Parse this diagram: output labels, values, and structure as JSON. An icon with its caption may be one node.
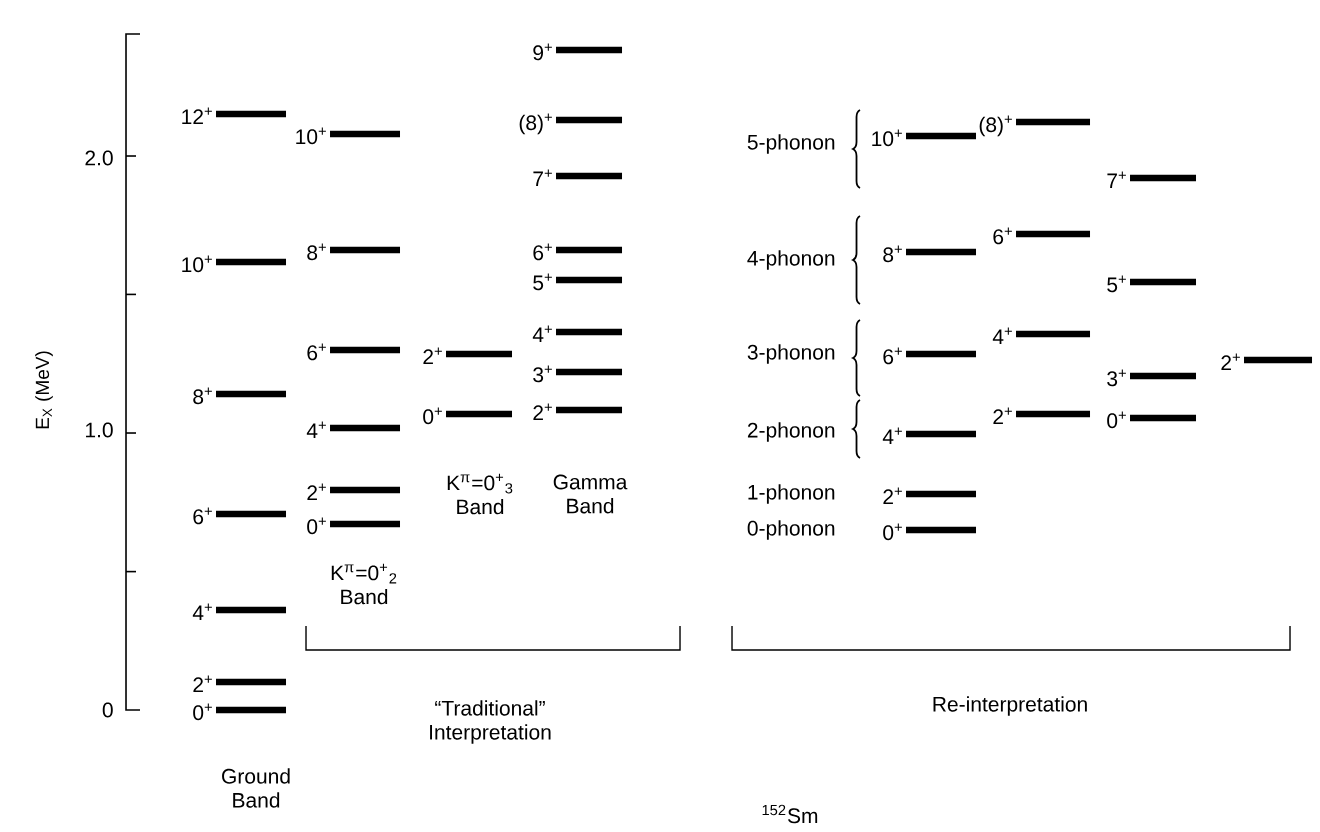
{
  "diagram": {
    "labels": [
      "E$_{X}$ (MeV)",
      "2.0",
      "1.0",
      "0",
      "12$^{+}$",
      "10$^{+}$",
      "8$^{+}$",
      "6$^{+}$",
      "4$^{+}$",
      "2$^{+}$",
      "0$^{+}$",
      "10$^{+}$",
      "8$^{+}$",
      "6$^{+}$",
      "4$^{+}$",
      "2$^{+}$",
      "0$^{+}$",
      "2$^{+}$",
      "0$^{+}$",
      "9$^{+}$",
      "(8)$^{+}$",
      "7$^{+}$",
      "6$^{+}$",
      "5$^{+}$",
      "4$^{+}$",
      "3$^{+}$",
      "2$^{+}$",
      "10$^{+}$",
      "8$^{+}$",
      "6$^{+}$",
      "4$^{+}$",
      "2$^{+}$",
      "0$^{+}$",
      "(8)$^{+}$",
      "6$^{+}$",
      "4$^{+}$",
      "2$^{+}$",
      "7$^{+}$",
      "5$^{+}$",
      "3$^{+}$",
      "0$^{+}$",
      "2$^{+}$",
      "5-phonon",
      "4-phonon",
      "3-phonon",
      "2-phonon",
      "1-phonon",
      "0-phonon",
      "K$^{π}$=0$^{+}$$_{3}$ Band",
      "Gamma Band",
      "K$^{π}$=0$^{+}$$_{2}$ Band",
      "“Traditional” Interpretation",
      "Re-interpretation",
      "Ground Band",
      "$^{152}$Sm"
    ]
  }
}
